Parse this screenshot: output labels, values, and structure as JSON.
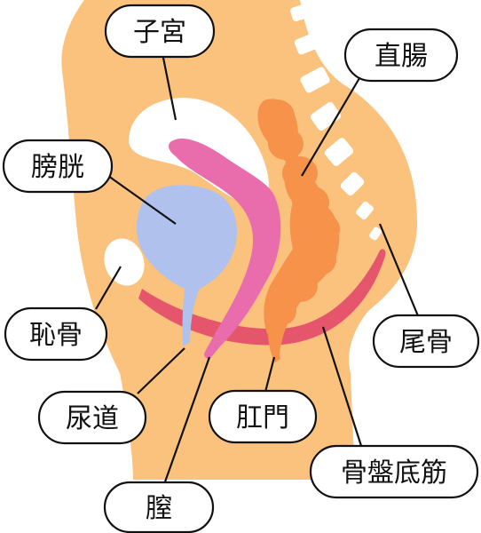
{
  "labels": {
    "uterus": "子宮",
    "rectum": "直腸",
    "bladder": "膀胱",
    "pubic_bone": "恥骨",
    "coccyx": "尾骨",
    "urethra": "尿道",
    "anus": "肛門",
    "pelvic_floor": "骨盤底筋",
    "vagina": "膣"
  },
  "colors": {
    "skin": "#FBC27E",
    "bone": "#FFFFFF",
    "bladder": "#AFC1EC",
    "vagina": "#E96CAD",
    "rectum": "#F6924A",
    "pelvic_floor": "#E5566C",
    "line": "#111111"
  }
}
